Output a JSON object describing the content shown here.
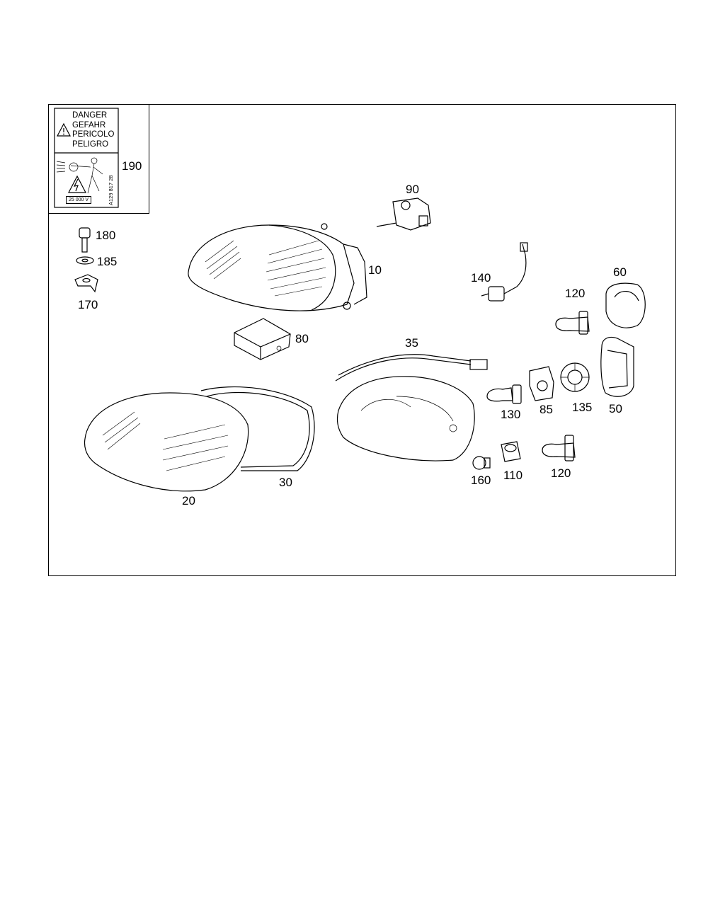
{
  "warning_label": {
    "lines": [
      "DANGER",
      "GEFAHR",
      "PERICOLO",
      "PELIGRO"
    ],
    "voltage": "25 000 V",
    "part_code": "A129 817 28"
  },
  "callouts": {
    "c190": "190",
    "c180": "180",
    "c185": "185",
    "c170": "170",
    "c90": "90",
    "c10": "10",
    "c80": "80",
    "c140": "140",
    "c120a": "120",
    "c60": "60",
    "c35": "35",
    "c130": "130",
    "c85": "85",
    "c135": "135",
    "c50": "50",
    "c20": "20",
    "c30": "30",
    "c160": "160",
    "c110": "110",
    "c120b": "120"
  },
  "icons": [
    "warning-triangle-icon",
    "high-voltage-icon"
  ]
}
